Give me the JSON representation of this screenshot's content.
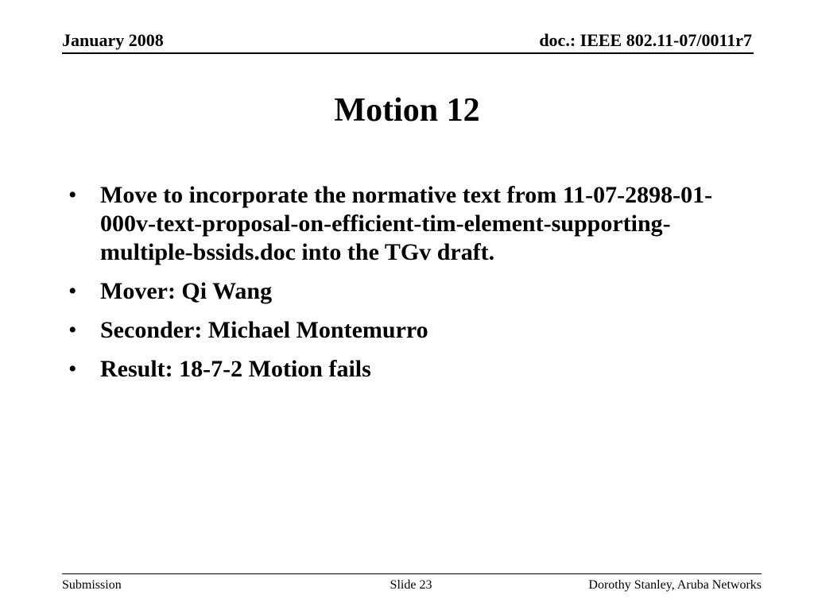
{
  "header": {
    "date": "January 2008",
    "doc_id": "doc.: IEEE 802.11-07/0011r7"
  },
  "slide": {
    "title": "Motion 12",
    "bullets": [
      {
        "text": "Move to incorporate the normative text from 11-07-2898-01-000v-text-proposal-on-efficient-tim-element-supporting-multiple-bssids.doc into the TGv draft."
      },
      {
        "text": "Mover: Qi Wang"
      },
      {
        "text": "Seconder: Michael Montemurro"
      },
      {
        "text": "Result: 18-7-2 Motion fails"
      }
    ]
  },
  "footer": {
    "left": "Submission",
    "center": "Slide 23",
    "right": "Dorothy Stanley, Aruba Networks"
  }
}
